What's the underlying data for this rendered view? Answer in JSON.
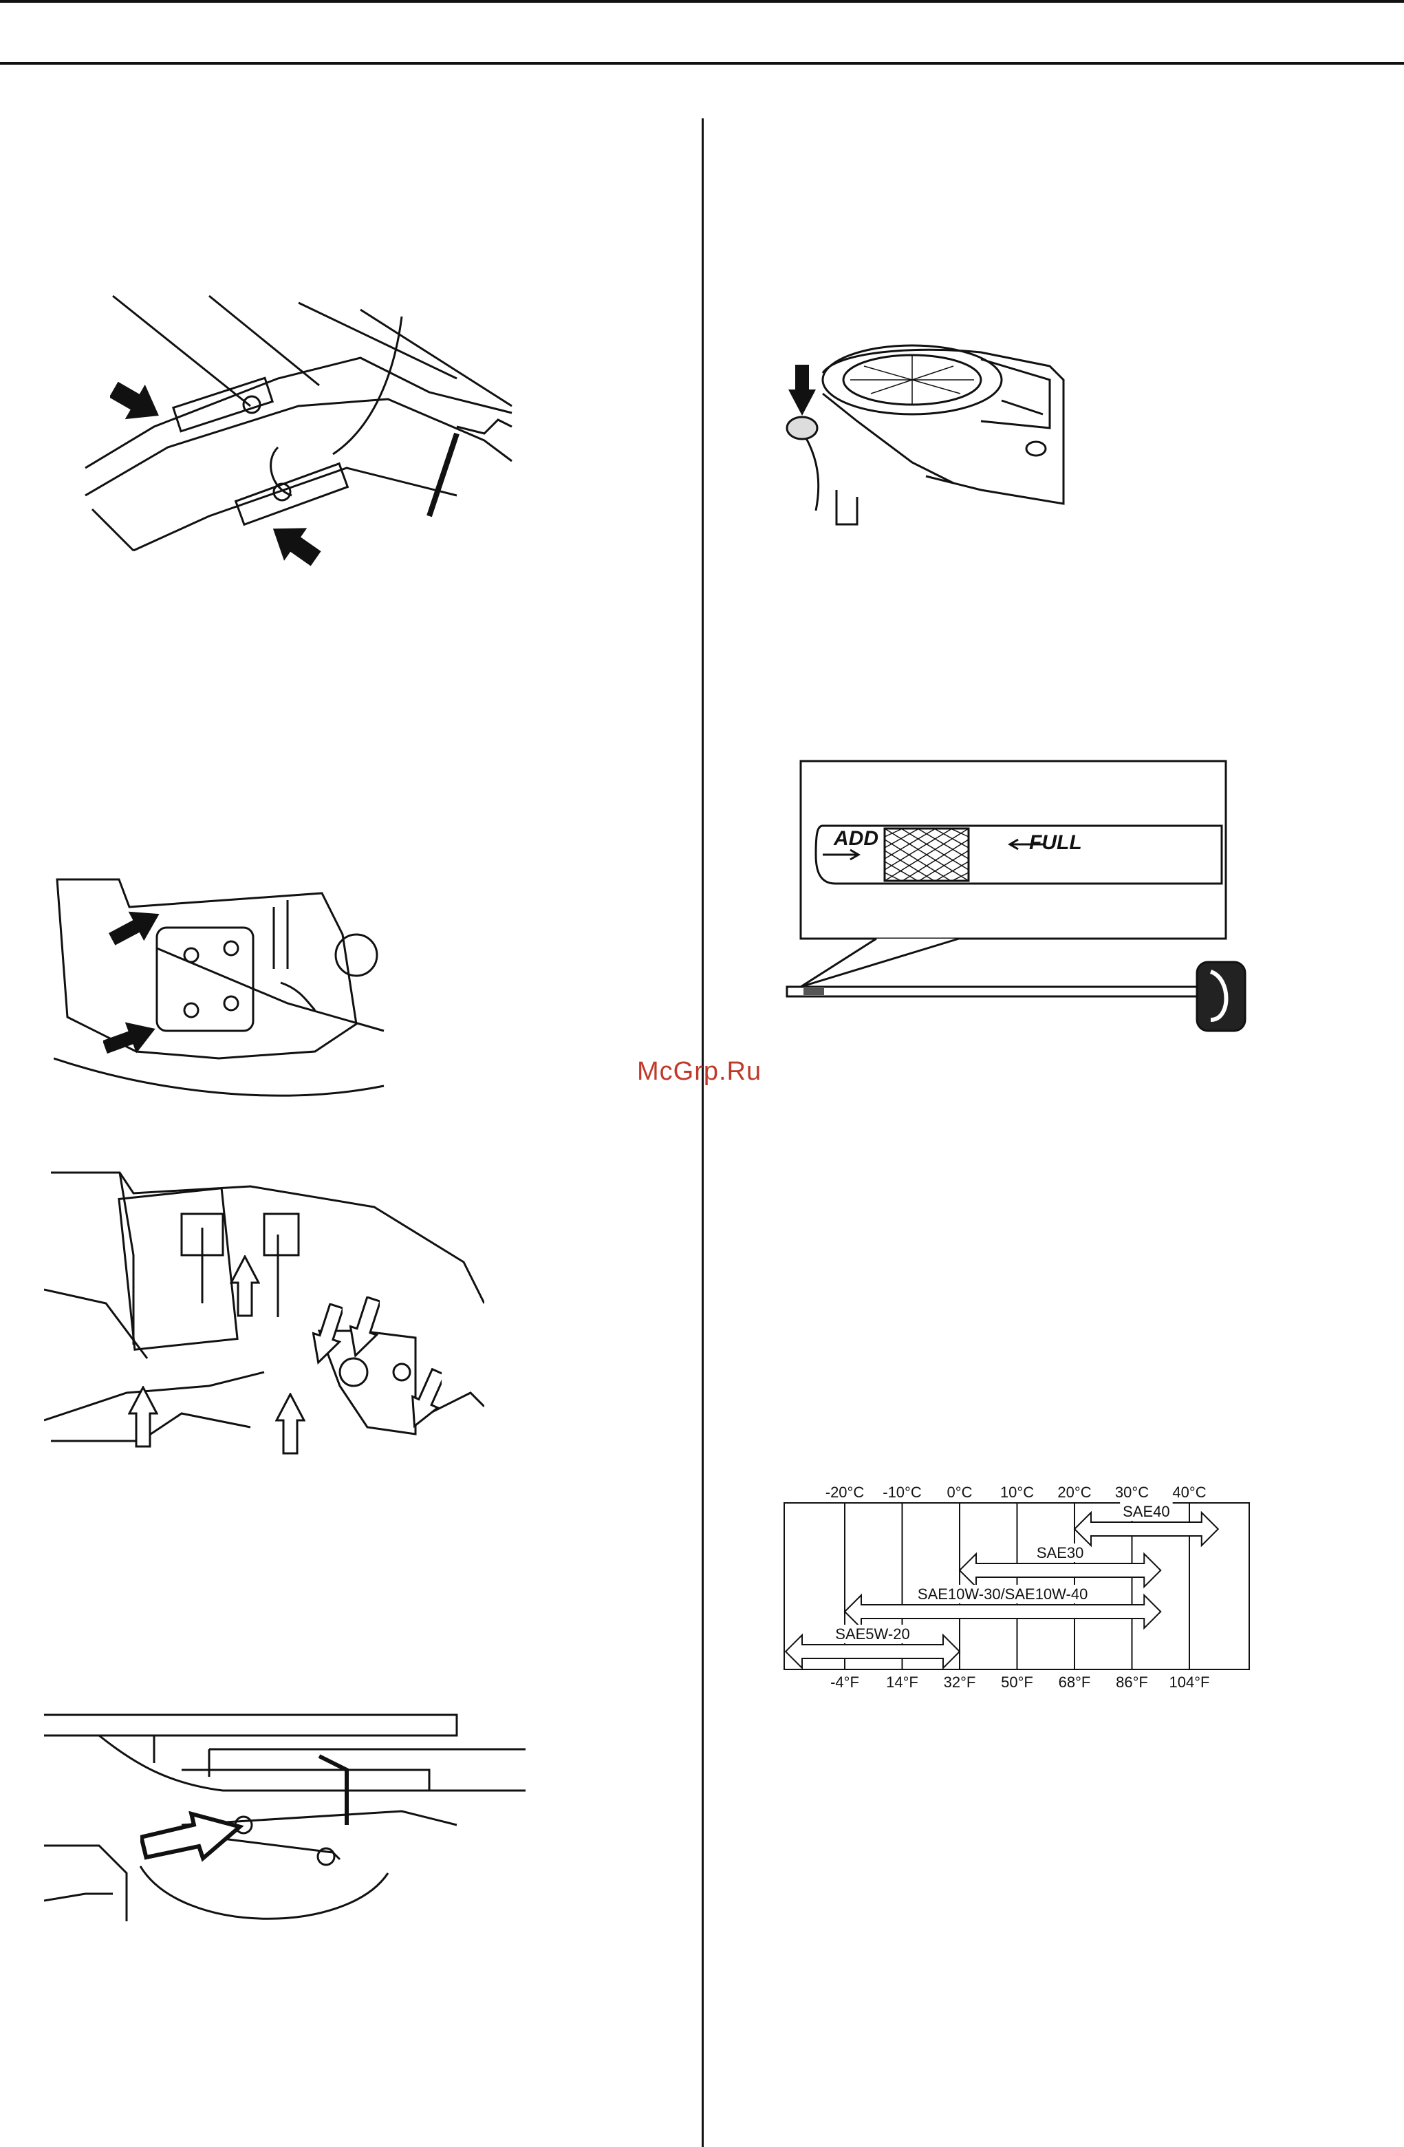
{
  "watermark": "McGrp.Ru",
  "dipstick": {
    "add_label": "ADD",
    "full_label": "FULL"
  },
  "oil_chart": {
    "celsius_ticks": [
      "-20°C",
      "-10°C",
      "0°C",
      "10°C",
      "20°C",
      "30°C",
      "40°C"
    ],
    "fahrenheit_ticks": [
      "-4°F",
      "14°F",
      "32°F",
      "50°F",
      "68°F",
      "86°F",
      "104°F"
    ],
    "grades": [
      {
        "name": "SAE40",
        "from_c": 20,
        "to_c": 45
      },
      {
        "name": "SAE30",
        "from_c": 0,
        "to_c": 35
      },
      {
        "name": "SAE10W-30/SAE10W-40",
        "from_c": -20,
        "to_c": 35
      },
      {
        "name": "SAE5W-20",
        "from_c": -31,
        "to_c": 0
      }
    ]
  },
  "colors": {
    "ink": "#111111",
    "watermark": "#c0392b",
    "paper": "#ffffff"
  }
}
